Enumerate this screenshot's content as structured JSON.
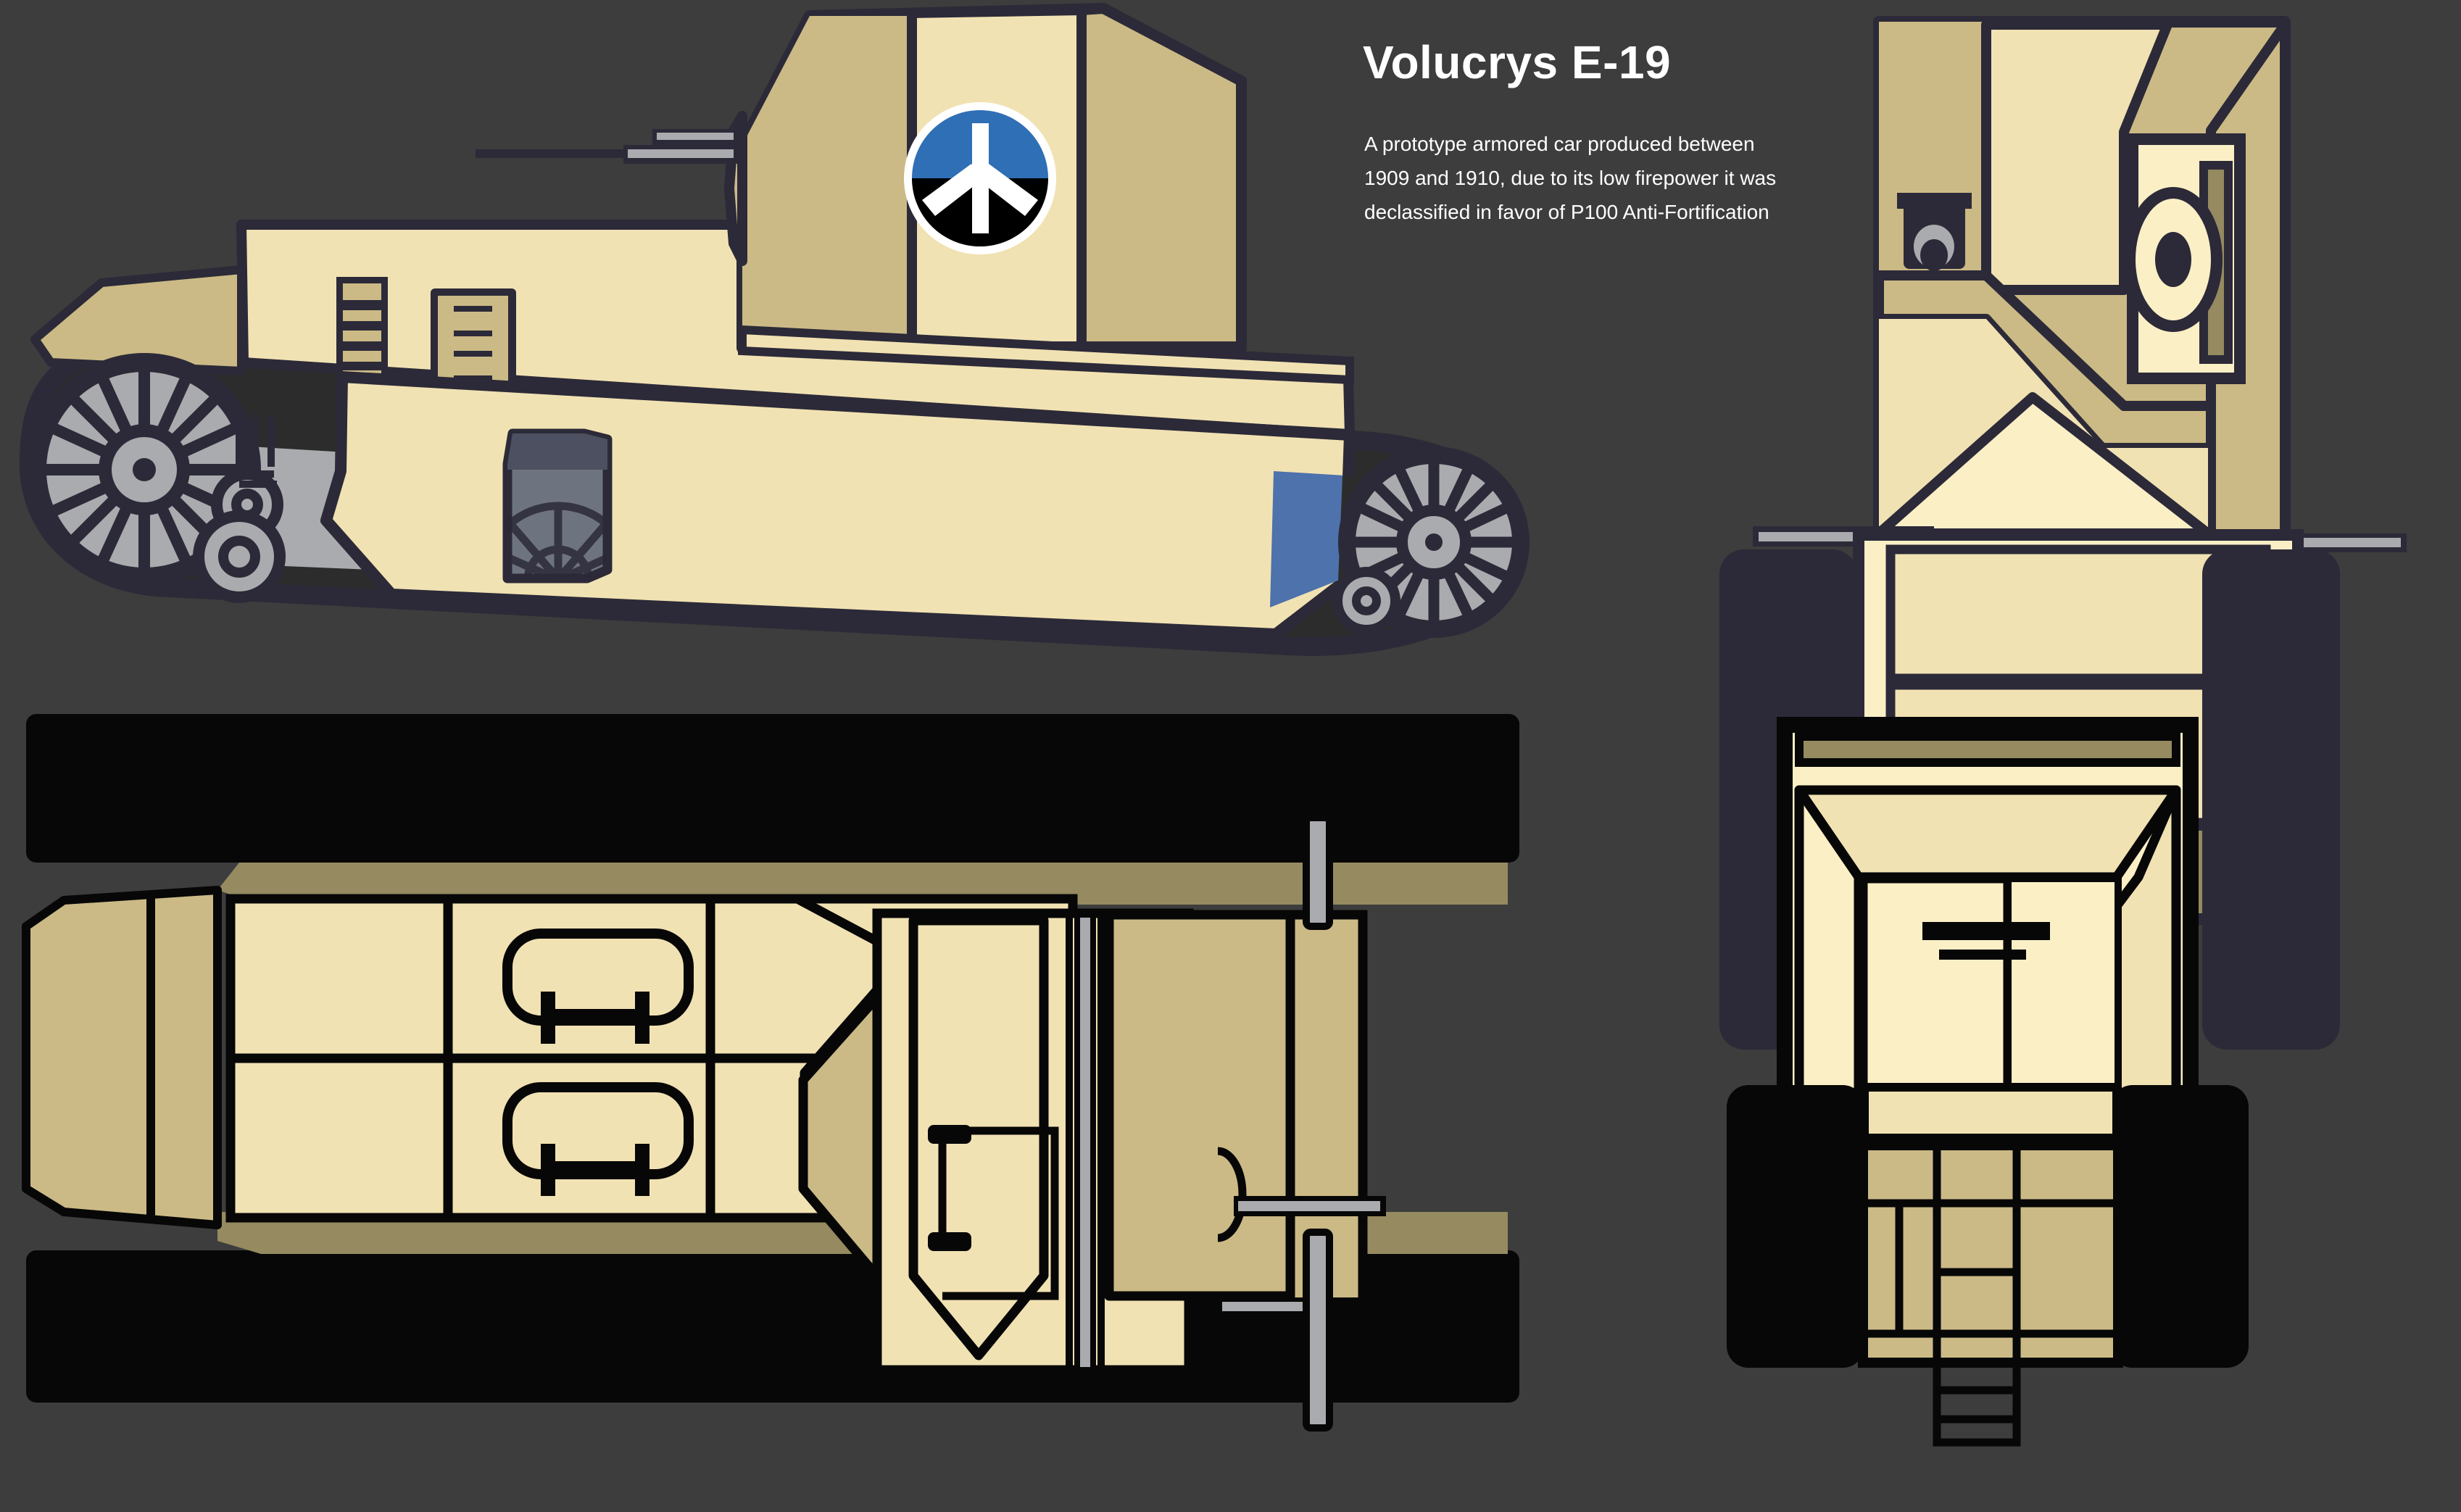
{
  "page": {
    "background_color": "#3c3d3c",
    "kind": "technical-illustration-four-view"
  },
  "header": {
    "title": "Volucrys E-19",
    "title_color": "#ffffff",
    "description_lines": [
      "A prototype armored car produced between",
      "1909 and 1910, due to its low firepower it was",
      "declassified in favor of P100 Anti-Fortification"
    ],
    "description_color": "#ffffff"
  },
  "palette": {
    "background": "#3c3d3c",
    "hull_cream": "#f1e2b3",
    "hull_cream_light": "#fbefc6",
    "hull_tan": "#cbba85",
    "hull_tan_dark": "#958a60",
    "outline": "#2c2a38",
    "outline_black": "#070707",
    "metal_grey": "#a9abae",
    "metal_grey_dark": "#6e7380",
    "track_dark": "#2d2c2c",
    "accent_blue": "#4d72ac",
    "emblem_blue": "#2f6fb5",
    "emblem_black": "#000000",
    "emblem_white": "#ffffff"
  },
  "views": [
    {
      "id": "side-view",
      "label": "Side view",
      "position": "top-left"
    },
    {
      "id": "front-view",
      "label": "Front view",
      "position": "top-right"
    },
    {
      "id": "top-view",
      "label": "Top view",
      "position": "bottom-left"
    },
    {
      "id": "rear-view",
      "label": "Rear view",
      "position": "bottom-right"
    }
  ],
  "emblem": {
    "name": "roundel-insignia",
    "shape": "circle",
    "upper_half_color": "#2f6fb5",
    "lower_half_color": "#000000",
    "device_color": "#ffffff",
    "device": "tri-branch / inverted-Y mast",
    "ring_color": "#ffffff"
  },
  "features": {
    "side": [
      "spoked drive wheel front",
      "spoked drive wheel rear",
      "idler rollers",
      "continuous track band",
      "louvre vent panel",
      "ladder / step panel",
      "grey armored vision port",
      "boxy turret / fighting compartment",
      "twin machine gun barrels",
      "blue rear accent stripe"
    ],
    "front": [
      "open top hull walls",
      "circular optic / port with dark pupil",
      "driver vision slit with grey glare",
      "angled glacis plate",
      "twin road wheels",
      "gun barrels protruding left and right"
    ],
    "top": [
      "two black track bands",
      "two rounded crew hatches with handles",
      "central spine plate",
      "turret with barrels",
      "grey antenna / rod fittings"
    ],
    "rear": [
      "open rear compartment",
      "rear door panel with two slits",
      "lower stowage panels",
      "rear step ladder",
      "two black track bands"
    ]
  }
}
